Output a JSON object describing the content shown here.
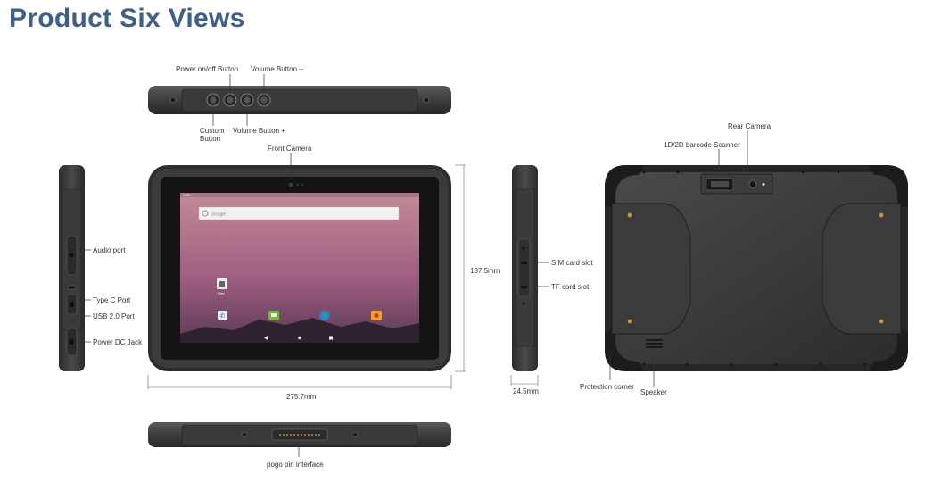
{
  "page_title": "Product Six Views",
  "labels": {
    "power_button": "Power on/off Button",
    "volume_minus": "Volume Button –",
    "custom_button": [
      "Custom",
      "Button"
    ],
    "volume_plus": "Volume Button +",
    "front_camera": "Front Camera",
    "rear_camera": "Rear Camera",
    "barcode_scanner": "1D/2D barcode Scanner",
    "audio_port": "Audio port",
    "type_c_port": "Type C Port",
    "usb_port": "USB 2.0 Port",
    "power_dc": "Power DC Jack",
    "sim_slot": "SIM card slot",
    "tf_slot": "TF card slot",
    "protection_corner": "Protection corner",
    "speaker": "Speaker",
    "pogo_pin": "pogo pin interface"
  },
  "dimensions": {
    "width": "275.7mm",
    "height": "187.5mm",
    "depth": "24.5mm"
  },
  "screen": {
    "search_placeholder": "Google",
    "app_label": "Files",
    "status_time": "3:33"
  }
}
